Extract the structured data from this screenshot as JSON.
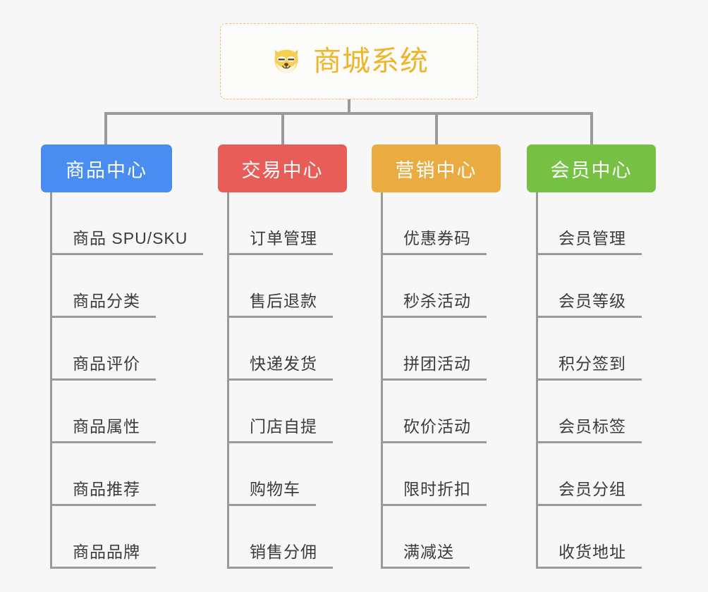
{
  "root": {
    "title": "商城系统",
    "icon": "shiba-dog-icon",
    "border_color": "#e8be72",
    "text_color": "#f0b429"
  },
  "connector_color": "#9a9a9a",
  "categories": [
    {
      "label": "商品中心",
      "color": "#4a8df0",
      "items": [
        "商品 SPU/SKU",
        "商品分类",
        "商品评价",
        "商品属性",
        "商品推荐",
        "商品品牌"
      ]
    },
    {
      "label": "交易中心",
      "color": "#e85d58",
      "items": [
        "订单管理",
        "售后退款",
        "快递发货",
        "门店自提",
        "购物车",
        "销售分佣"
      ]
    },
    {
      "label": "营销中心",
      "color": "#eaab40",
      "items": [
        "优惠券码",
        "秒杀活动",
        "拼团活动",
        "砍价活动",
        "限时折扣",
        "满减送"
      ]
    },
    {
      "label": "会员中心",
      "color": "#76c044",
      "items": [
        "会员管理",
        "会员等级",
        "积分签到",
        "会员标签",
        "会员分组",
        "收货地址"
      ]
    }
  ]
}
